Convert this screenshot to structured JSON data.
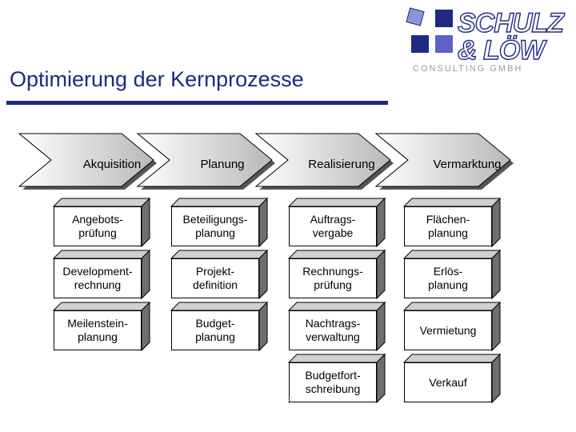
{
  "header": {
    "title": "Optimierung der Kernprozesse"
  },
  "logo": {
    "text_top": "SCHULZ",
    "text_bottom": "& LÖW",
    "subtitle": "CONSULTING GMBH"
  },
  "phases": [
    {
      "label": "Akquisition"
    },
    {
      "label": "Planung"
    },
    {
      "label": "Realisierung"
    },
    {
      "label": "Vermarktung"
    }
  ],
  "columns": [
    [
      "Angebots-\nprüfung",
      "Development-\nrechnung",
      "Meilenstein-\nplanung"
    ],
    [
      "Beteiligungs-\nplanung",
      "Projekt-\ndefinition",
      "Budget-\nplanung"
    ],
    [
      "Auftrags-\nvergabe",
      "Rechnungs-\nprüfung",
      "Nachtrags-\nverwaltung",
      "Budgetfort-\nschreibung"
    ],
    [
      "Flächen-\nplanung",
      "Erlös-\nplanung",
      "Vermietung",
      "Verkauf"
    ]
  ],
  "footer": {
    "mark": "S"
  },
  "colors": {
    "title": "#1f2a80",
    "logo_blue": "#1f2a80",
    "logo_light": "#5b63c8",
    "shadow": "#7a7a7a",
    "arrow_fill_start": "#ffffff",
    "arrow_fill_end": "#b8b8b8"
  }
}
